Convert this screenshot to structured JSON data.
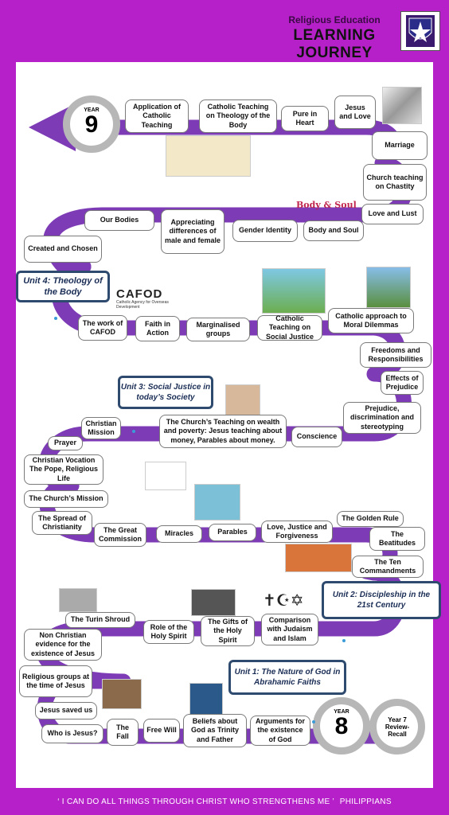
{
  "header": {
    "line1": "Religious Education",
    "line2": "LEARNING JOURNEY"
  },
  "footer": {
    "quote": "‘ I CAN DO ALL THINGS THROUGH CHRIST WHO STRENGTHENS ME ’",
    "ref": "PHILIPPIANS"
  },
  "years": {
    "top_label": "YEAR",
    "top_number": "9",
    "bottom_label": "YEAR",
    "bottom_number": "8",
    "review": "Year 7 Review- Recall"
  },
  "units": {
    "u1": "Unit 1: The Nature of God in Abrahamic Faiths",
    "u2": "Unit 2: Discipleship in the 21st Century",
    "u3": "Unit 3: Social Justice in today’s Society",
    "u4": "Unit 4: Theology of the Body"
  },
  "logos": {
    "cafod_name": "CAFOD",
    "cafod_sub": "Catholic Agency for Overseas Development",
    "body_soul": "Body & Soul"
  },
  "topics": [
    "Application of Catholic Teaching",
    "Catholic Teaching on Theology of the Body",
    "Pure in Heart",
    "Jesus and Love",
    "Marriage",
    "Church teaching on Chastity",
    "Love and Lust",
    "Body and Soul",
    "Gender Identity",
    "Appreciating differences of male and female",
    "Our Bodies",
    "Created and Chosen",
    "The work of CAFOD",
    "Faith in Action",
    "Marginalised groups",
    "Catholic Teaching on Social Justice",
    "Catholic approach to Moral Dilemmas",
    "Freedoms and Responsibilities",
    "Effects of Prejudice",
    "Prejudice, discrimination and stereotyping",
    "Conscience",
    "The Church’s Teaching on wealth and poverty: Jesus teaching about money, Parables about money.",
    "Christian Mission",
    "Prayer",
    "Christian Vocation The Pope, Religious Life",
    "The Church’s Mission",
    "The Spread of Christianity",
    "The Great Commission",
    "Miracles",
    "Parables",
    "Love, Justice and Forgiveness",
    "The Golden Rule",
    "The Beatitudes",
    "The Ten Commandments",
    "Comparison with Judaism and Islam",
    "The Gifts of the Holy Spirit",
    "Role of the Holy Spirit",
    "The Turin Shroud",
    "Non Christian evidence for the existence of Jesus",
    "Religious groups at the time of Jesus",
    "Jesus saved us",
    "Who is Jesus?",
    "The Fall",
    "Free Will",
    "Beliefs about God as Trinity and Father",
    "Arguments for the existence of God"
  ],
  "colors": {
    "background": "#b620c8",
    "road": "#7d3bb6",
    "unit_border": "#2e4a6e"
  }
}
